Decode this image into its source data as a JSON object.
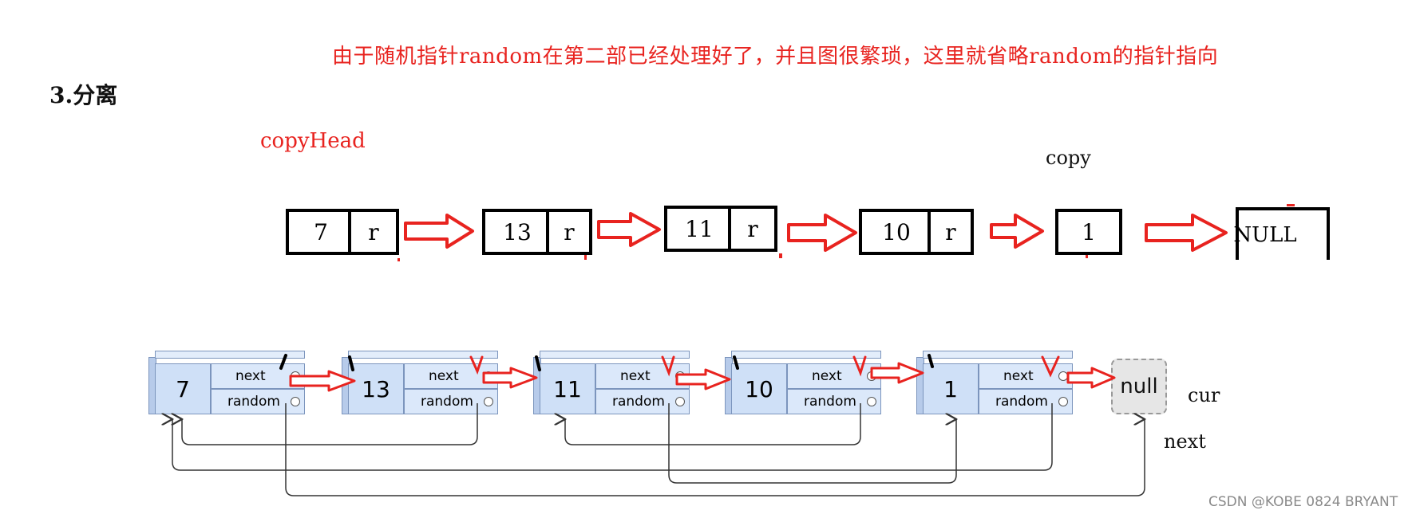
{
  "note": "由于随机指针random在第二部已经处理好了，并且图很繁琐，这里就省略random的指针指向",
  "section_title": "3.分离",
  "copy_head_label": "copyHead",
  "copy_label": "copy",
  "cur_label": "cur",
  "next_label": "next",
  "copy_nodes": [
    {
      "val": "7",
      "r": "r"
    },
    {
      "val": "13",
      "r": "r"
    },
    {
      "val": "11",
      "r": "r"
    },
    {
      "val": "10",
      "r": "r"
    },
    {
      "val": "1"
    }
  ],
  "copy_null": "NULL",
  "list_nodes": [
    {
      "val": "7",
      "next": "next",
      "random": "random"
    },
    {
      "val": "13",
      "next": "next",
      "random": "random"
    },
    {
      "val": "11",
      "next": "next",
      "random": "random"
    },
    {
      "val": "10",
      "next": "next",
      "random": "random"
    },
    {
      "val": "1",
      "next": "next",
      "random": "random"
    }
  ],
  "list_null": "null",
  "watermark": "CSDN @KOBE 0824 BRYANT",
  "colors": {
    "red": "#e8231f",
    "node_blue": "#cfe0f7"
  }
}
